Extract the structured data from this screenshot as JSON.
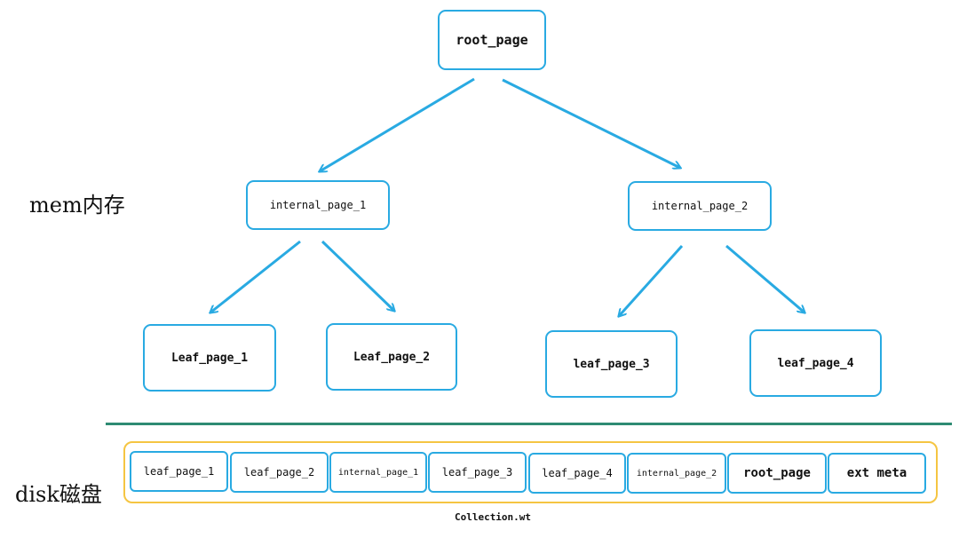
{
  "tree": {
    "root": "root_page",
    "internal": [
      "internal_page_1",
      "internal_page_2"
    ],
    "leaves": [
      "Leaf_page_1",
      "Leaf_page_2",
      "leaf_page_3",
      "leaf_page_4"
    ]
  },
  "labels": {
    "mem": "mem内存",
    "disk": "disk磁盘"
  },
  "disk": {
    "blocks": [
      "leaf_page_1",
      "leaf_page_2",
      "internal_page_1",
      "leaf_page_3",
      "leaf_page_4",
      "internal_page_2",
      "root_page",
      "ext meta"
    ],
    "file": "Collection.wt"
  },
  "colors": {
    "node_border": "#29aae2",
    "arrow": "#29aae2",
    "divider": "#2e8b73",
    "disk_frame": "#f5c542"
  }
}
